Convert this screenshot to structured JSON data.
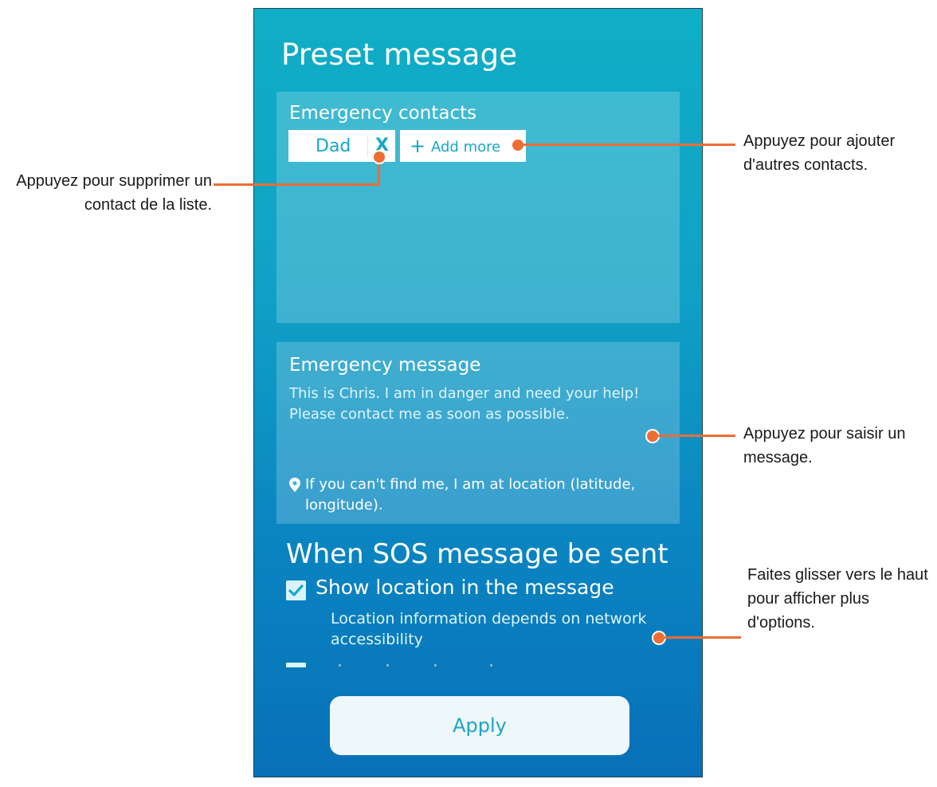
{
  "screen": {
    "title": "Preset message",
    "contacts": {
      "heading": "Emergency contacts",
      "chips": [
        {
          "name": "Dad",
          "remove_label": "X"
        }
      ],
      "add_more": {
        "icon": "+",
        "label": "Add more"
      }
    },
    "message": {
      "heading": "Emergency message",
      "body": "This is Chris. I am in danger and need your help! Please contact me as soon as possible.",
      "location_line": "If you can't find me, I am at location (latitude, longitude).",
      "location_icon": "pin-icon"
    },
    "sos": {
      "heading": "When SOS message be sent",
      "options": [
        {
          "label": "Show location in the message",
          "description": "Location information depends on network accessibility",
          "checked": true
        }
      ]
    },
    "apply_label": "Apply"
  },
  "annotations": {
    "remove_contact": "Appuyez pour supprimer un contact de la liste.",
    "add_contacts": "Appuyez pour ajouter d'autres contacts.",
    "enter_message": "Appuyez pour saisir un message.",
    "swipe_up": "Faites glisser vers le haut pour afficher plus d'options."
  },
  "colors": {
    "accent": "#ee6d33",
    "screen_top": "#10aec6",
    "screen_bottom": "#0870b8",
    "chip_text": "#17a7c7"
  }
}
